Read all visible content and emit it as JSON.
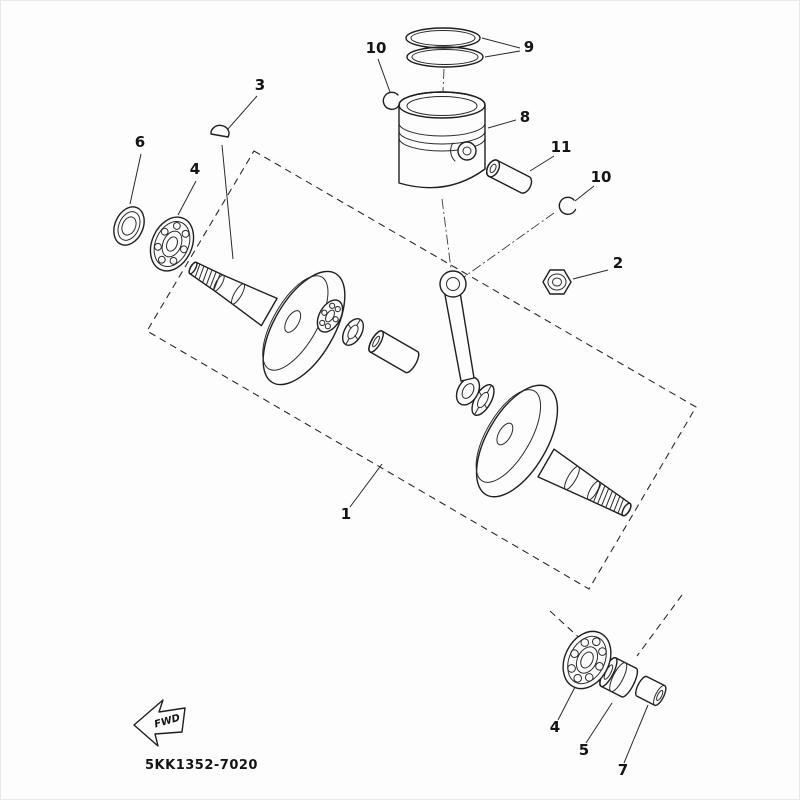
{
  "diagram": {
    "code": "5KK1352-7020",
    "fwd": "FWD",
    "colors": {
      "ink": "#1f1f1f",
      "background": "#fdfdfd"
    },
    "callouts": [
      {
        "text": "10"
      },
      {
        "text": "9"
      },
      {
        "text": "8"
      },
      {
        "text": "11"
      },
      {
        "text": "10"
      },
      {
        "text": "3"
      },
      {
        "text": "6"
      },
      {
        "text": "4"
      },
      {
        "text": "2"
      },
      {
        "text": "1"
      },
      {
        "text": "4"
      },
      {
        "text": "5"
      },
      {
        "text": "7"
      }
    ]
  }
}
